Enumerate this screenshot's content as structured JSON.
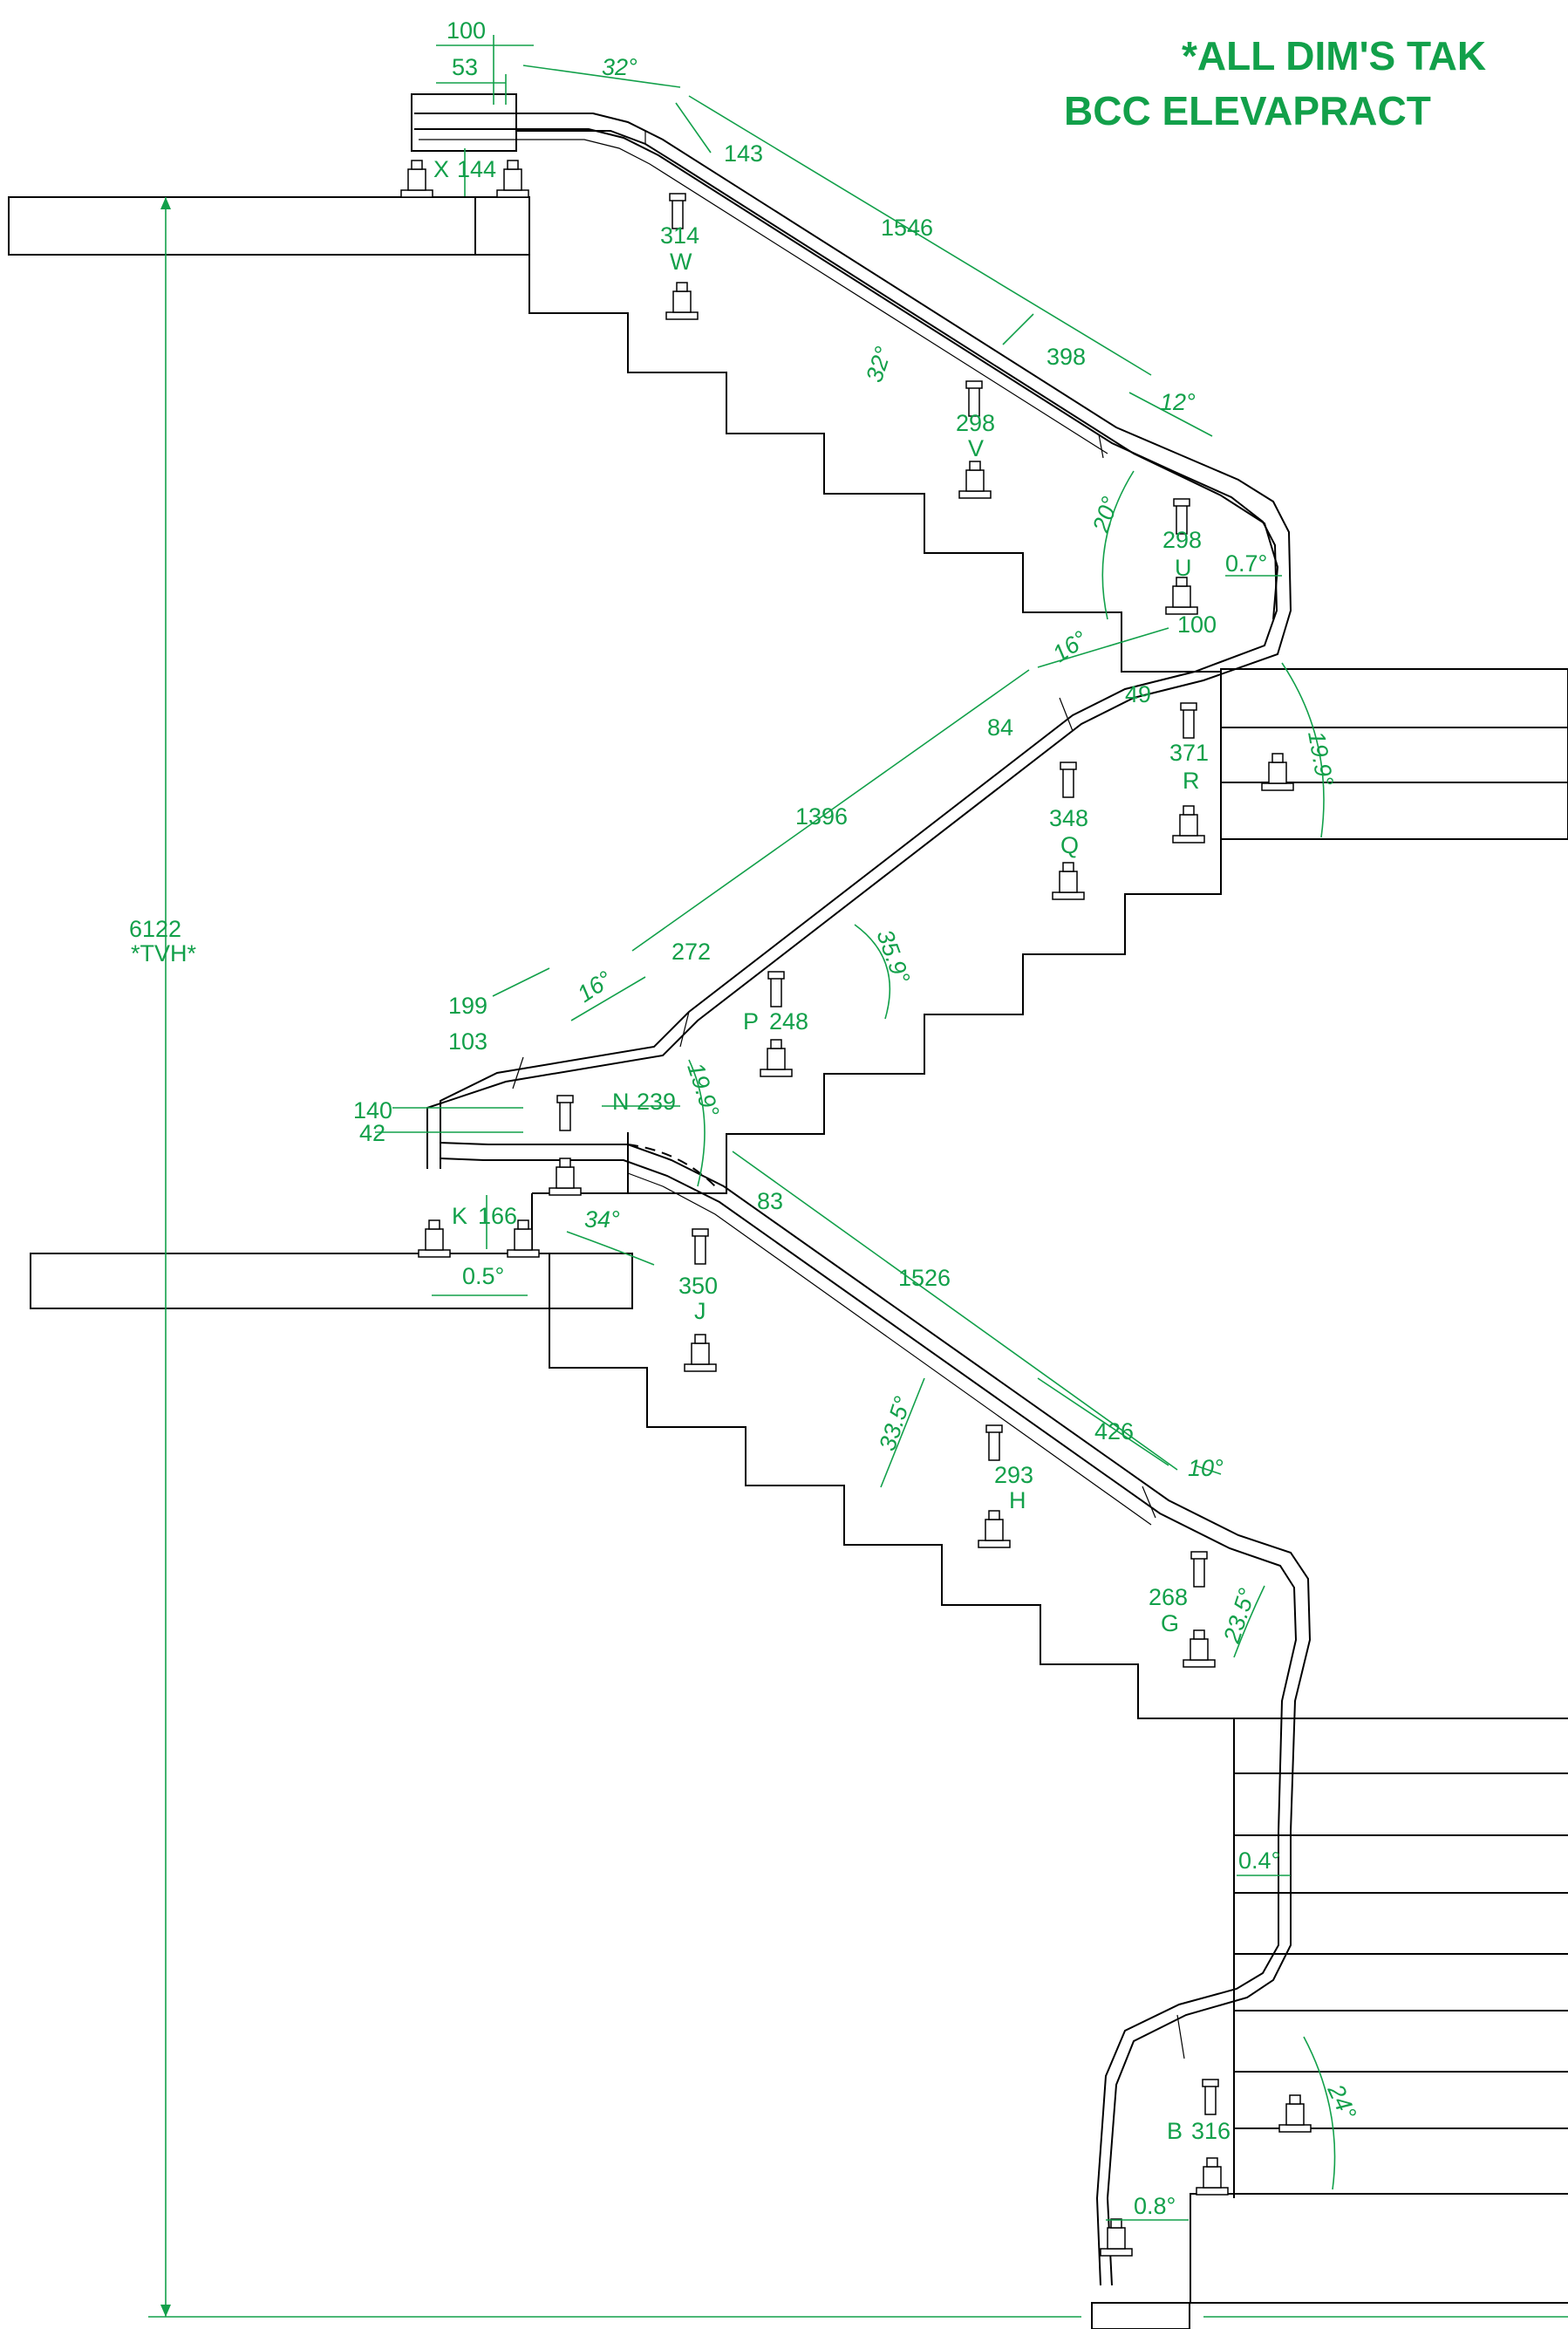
{
  "title_lines": [
    "*ALL DIM'S TAK",
    "BCC ELEVAPRACT"
  ],
  "total_height": {
    "value": "6122",
    "label": "*TVH*"
  },
  "posts": [
    {
      "letter": "X",
      "value": "144"
    },
    {
      "letter": "W",
      "value": "314"
    },
    {
      "letter": "V",
      "value": "298"
    },
    {
      "letter": "U",
      "value": "298"
    },
    {
      "letter": "R",
      "value": "371"
    },
    {
      "letter": "Q",
      "value": "348"
    },
    {
      "letter": "P",
      "value": "248"
    },
    {
      "letter": "N",
      "value": "239"
    },
    {
      "letter": "K",
      "value": "166"
    },
    {
      "letter": "J",
      "value": "350"
    },
    {
      "letter": "H",
      "value": "293"
    },
    {
      "letter": "G",
      "value": "268"
    },
    {
      "letter": "B",
      "value": "316"
    }
  ],
  "dims": {
    "top_100": "100",
    "top_53": "53",
    "d143": "143",
    "d1546": "1546",
    "d398": "398",
    "d100b": "100",
    "d49": "49",
    "d84": "84",
    "d1396": "1396",
    "d272": "272",
    "d199": "199",
    "d103": "103",
    "d140": "140",
    "d42": "42",
    "d83": "83",
    "d1526": "1526",
    "d426": "426"
  },
  "angles": {
    "a32a": "32°",
    "a32b": "32°",
    "a12": "12°",
    "a20": "20°",
    "a07": "0.7°",
    "a16a": "16°",
    "a199a": "19.9°",
    "a359": "35.9°",
    "a16b": "16°",
    "a199b": "19.9°",
    "a34": "34°",
    "a05": "0.5°",
    "a335": "33.5°",
    "a10": "10°",
    "a235": "23.5°",
    "a04": "0.4°",
    "a24": "24°",
    "a08": "0.8°"
  }
}
